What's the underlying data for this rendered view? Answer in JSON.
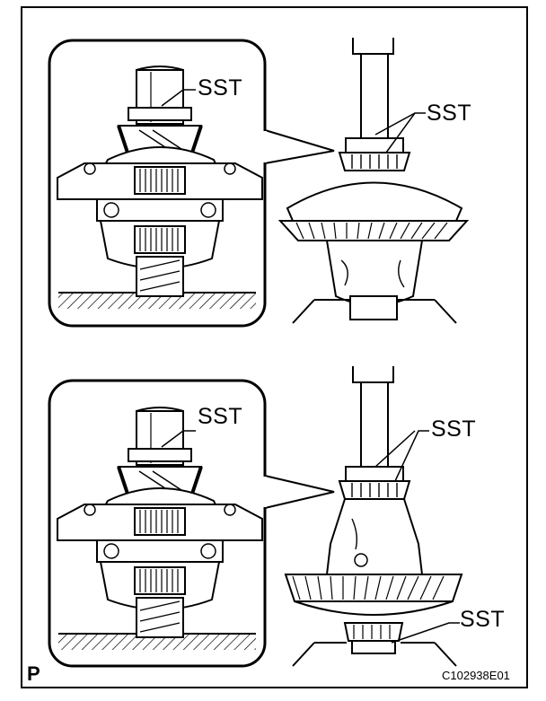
{
  "figure": {
    "top_panel": {
      "inset_label": "SST",
      "main_label": "SST"
    },
    "bottom_panel": {
      "inset_label": "SST",
      "main_label_upper": "SST",
      "main_label_lower": "SST"
    },
    "corner_mark": "P",
    "figure_code": "C102938E01"
  }
}
